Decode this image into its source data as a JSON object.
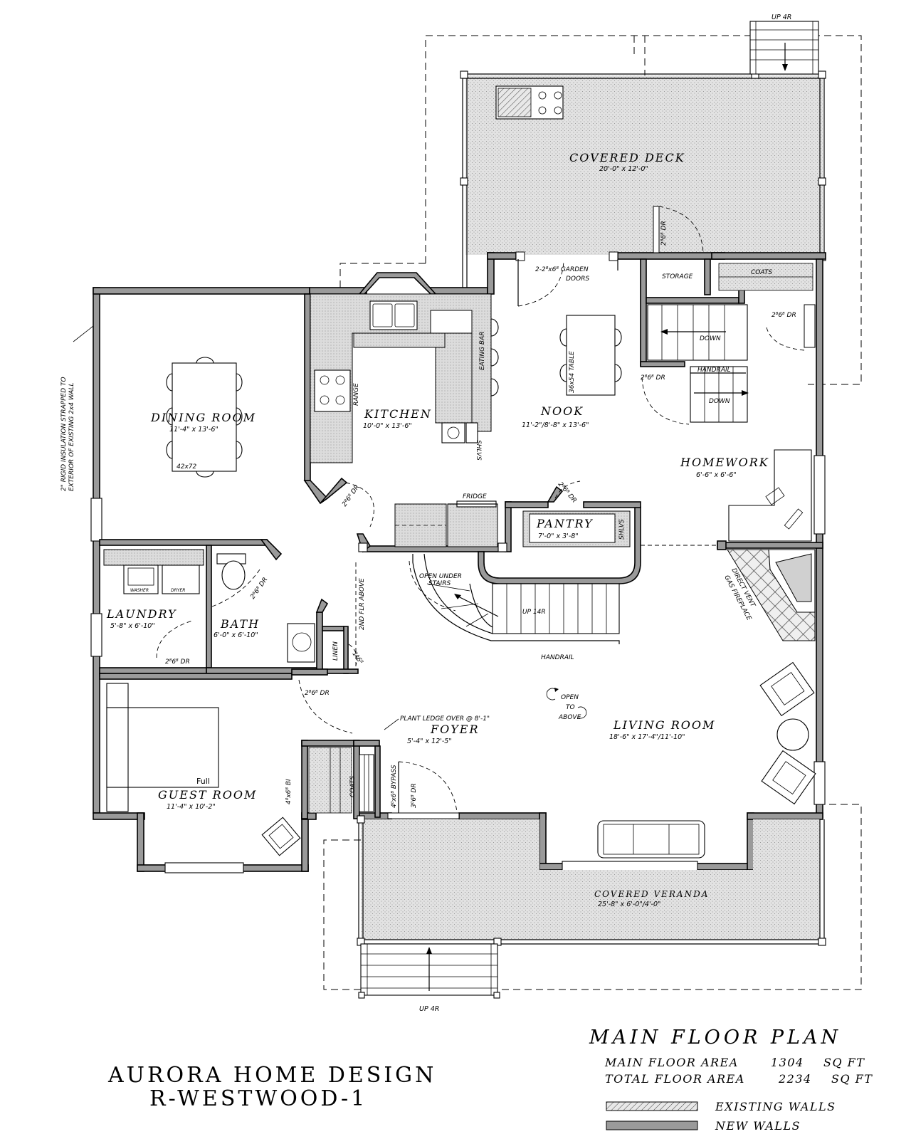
{
  "rooms": {
    "covered_deck": {
      "name": "COVERED DECK",
      "dims": "20'-0\" x 12'-0\""
    },
    "dining": {
      "name": "DINING ROOM",
      "dims": "11'-4\" x 13'-6\"",
      "table": "42x72"
    },
    "kitchen": {
      "name": "KITCHEN",
      "dims": "10'-0\" x 13'-6\""
    },
    "nook": {
      "name": "NOOK",
      "dims": "11'-2\"/8'-8\" x 13'-6\"",
      "table": "36x54 TABLE"
    },
    "homework": {
      "name": "HOMEWORK",
      "dims": "6'-6\" x 6'-6\""
    },
    "pantry": {
      "name": "PANTRY",
      "dims": "7'-0\" x 3'-8\""
    },
    "laundry": {
      "name": "LAUNDRY",
      "dims": "5'-8\" x 6'-10\""
    },
    "bath": {
      "name": "BATH",
      "dims": "6'-0\" x 6'-10\""
    },
    "foyer": {
      "name": "FOYER",
      "dims": "5'-4\" x 12'-5\""
    },
    "living": {
      "name": "LIVING ROOM",
      "dims": "18'-6\" x 17'-4\"/11'-10\""
    },
    "guest": {
      "name": "GUEST ROOM",
      "dims": "11'-4\" x 10'-2\""
    },
    "veranda": {
      "name": "COVERED VERANDA",
      "dims": "25'-8\" x 6'-0\"/4'-0\""
    }
  },
  "labels": {
    "up_4r_top": "UP 4R",
    "up_4r_bottom": "UP 4R",
    "garden_doors": "2-2⁸x6⁸ GARDEN",
    "garden_doors_2": "DOORS",
    "storage": "STORAGE",
    "coats_top": "COATS",
    "coats_foyer": "COATS",
    "door_deck": "2⁸6⁸ DR",
    "door_coats": "2⁸6⁸ DR",
    "door_nook": "2⁸6⁸ DR",
    "door_dining": "2⁸6⁸ DR",
    "door_pantry": "2⁸6⁸ DR",
    "door_bath_upper": "2⁸6⁸ DR",
    "door_laundry": "2⁸6⁸ DR",
    "door_guest": "2⁸6⁸ DR",
    "door_front": "3⁰6⁸ DR",
    "door_linen": "1⁶6⁸",
    "bypass": "4⁰x6⁸ BYPASS",
    "bifold": "4⁰x6⁸ BI",
    "down_1": "DOWN",
    "down_2": "DOWN",
    "handrail_top": "HANDRAIL",
    "handrail_stair": "HANDRAIL",
    "range": "RANGE",
    "eating_bar": "EATING BAR",
    "shlvs_kitchen": "SHLVS",
    "shlvs_pantry": "SHLVS",
    "fridge": "FRIDGE",
    "washer": "WASHER",
    "dryer": "DRYER",
    "linen": "LINEN",
    "open_under_1": "OPEN UNDER",
    "open_under_2": "STAIRS",
    "up_14r": "UP 14R",
    "open_to_1": "OPEN",
    "open_to_2": "TO",
    "open_to_3": "ABOVE",
    "plant_ledge": "PLANT LEDGE OVER @ 8'-1\"",
    "fireplace_1": "DIRECT VENT",
    "fireplace_2": "GAS FIREPLACE",
    "second_flr": "2ND FLR ABOVE",
    "insulation_1": "2\" RIGID INSULATION STRAPPED TO",
    "insulation_2": "EXTERIOR OF EXISTING 2x4 WALL",
    "bed": "Full"
  },
  "title_block": {
    "plan_title": "MAIN FLOOR PLAN",
    "main_area_label": "MAIN FLOOR AREA",
    "main_area_value": "1304",
    "main_area_unit": "SQ FT",
    "total_area_label": "TOTAL FLOOR AREA",
    "total_area_value": "2234",
    "total_area_unit": "SQ FT",
    "legend_existing": "EXISTING WALLS",
    "legend_new": "NEW WALLS",
    "company": "AURORA HOME DESIGN",
    "project": "R-WESTWOOD-1"
  }
}
